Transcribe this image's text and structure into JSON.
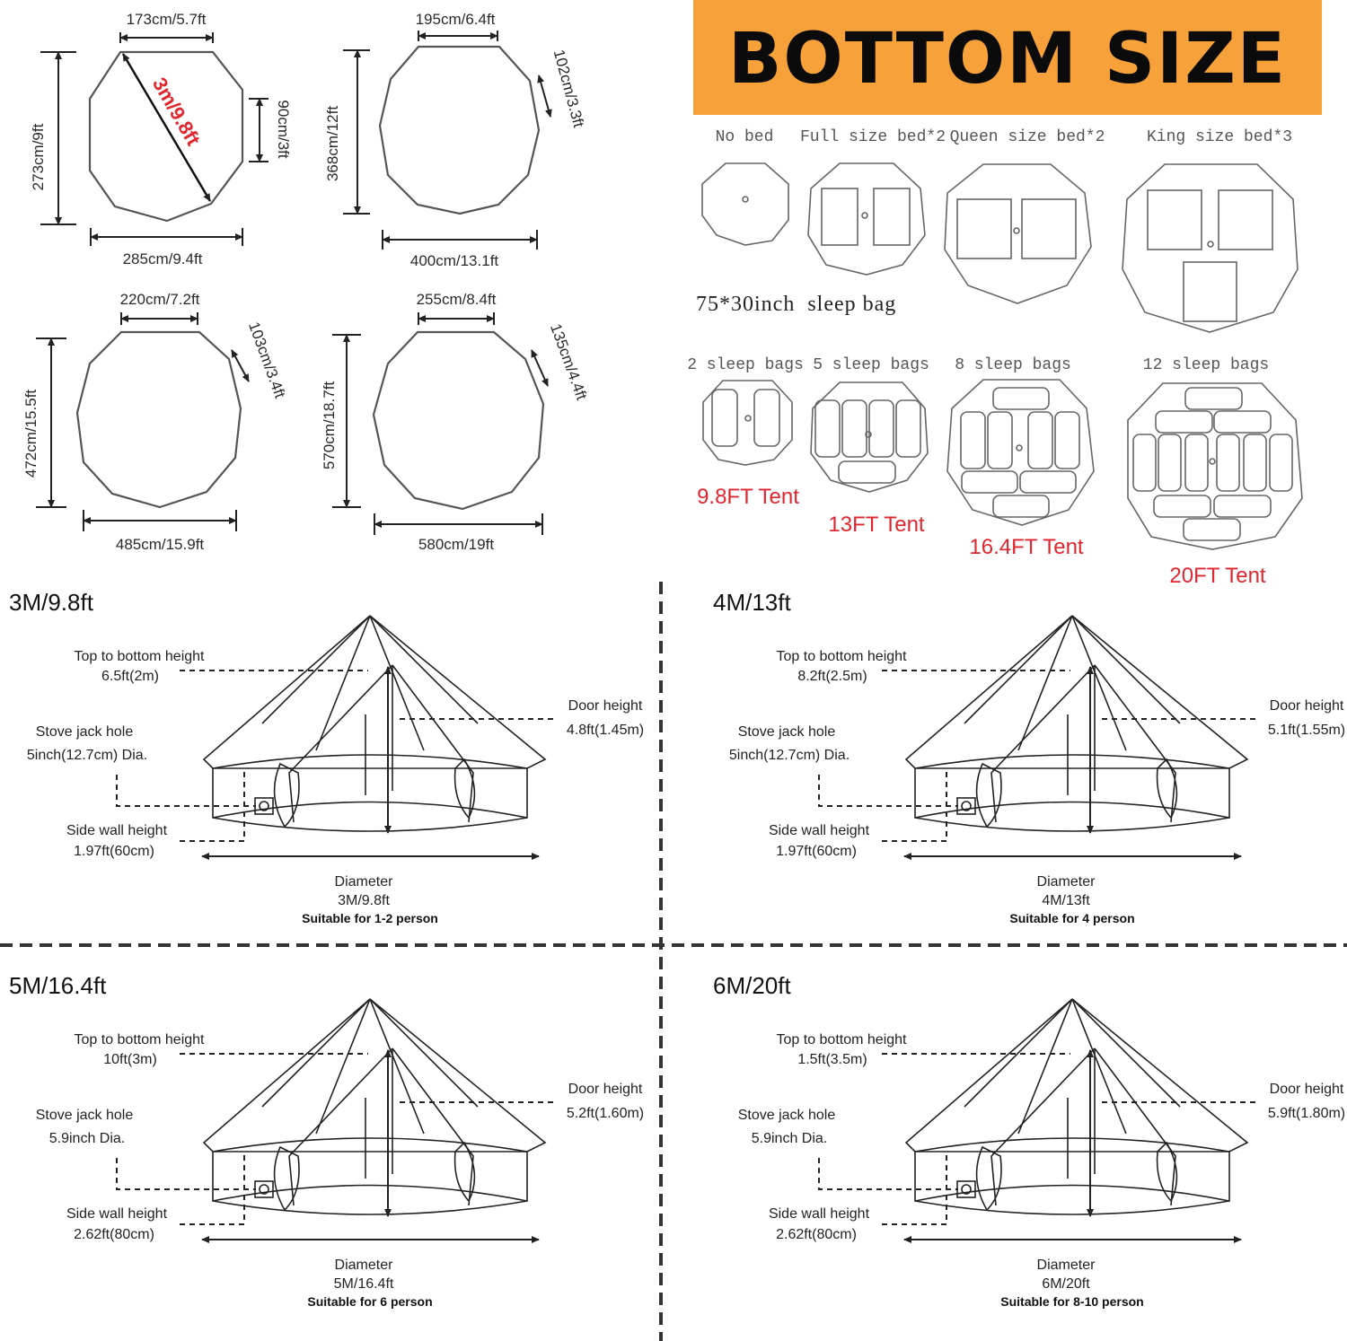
{
  "header": {
    "title": "BOTTOM SIZE",
    "title_bg": "#f7a13a"
  },
  "floor_plans": [
    {
      "top": "173cm/5.7ft",
      "side": "90cm/3ft",
      "height": "273cm/9ft",
      "width": "285cm/9.4ft",
      "diagonal": "3m/9.8ft"
    },
    {
      "top": "195cm/6.4ft",
      "side": "102cm/3.3ft",
      "height": "368cm/12ft",
      "width": "400cm/13.1ft"
    },
    {
      "top": "220cm/7.2ft",
      "side": "103cm/3.4ft",
      "height": "472cm/15.5ft",
      "width": "485cm/15.9ft"
    },
    {
      "top": "255cm/8.4ft",
      "side": "135cm/4.4ft",
      "height": "570cm/18.7ft",
      "width": "580cm/19ft"
    }
  ],
  "beds": {
    "labels": [
      "No bed",
      "Full size bed*2",
      "Queen size bed*2",
      "King size bed*3"
    ],
    "sleep_bag_size": "75*30inch  sleep bag",
    "sleep_labels": [
      "2 sleep bags",
      "5 sleep bags",
      "8 sleep bags",
      "12 sleep bags"
    ],
    "tent_labels": [
      "9.8FT Tent",
      "13FT Tent",
      "16.4FT Tent",
      "20FT Tent"
    ],
    "accent": "#e0262f"
  },
  "tents": [
    {
      "size": "3M/9.8ft",
      "top_label": "Top to bottom height",
      "top_value": "6.5ft(2m)",
      "stove_label": "Stove jack hole",
      "stove_value": "5inch(12.7cm) Dia.",
      "door_label": "Door height",
      "door_value": "4.8ft(1.45m)",
      "wall_label": "Side wall height",
      "wall_value": "1.97ft(60cm)",
      "diam_label": "Diameter",
      "diam_value": "3M/9.8ft",
      "suitable": "Suitable for 1-2 person"
    },
    {
      "size": "4M/13ft",
      "top_label": "Top to bottom height",
      "top_value": "8.2ft(2.5m)",
      "stove_label": "Stove jack hole",
      "stove_value": "5inch(12.7cm) Dia.",
      "door_label": "Door height",
      "door_value": "5.1ft(1.55m)",
      "wall_label": "Side wall height",
      "wall_value": "1.97ft(60cm)",
      "diam_label": "Diameter",
      "diam_value": "4M/13ft",
      "suitable": "Suitable for 4 person"
    },
    {
      "size": "5M/16.4ft",
      "top_label": "Top to bottom height",
      "top_value": "10ft(3m)",
      "stove_label": "Stove jack hole",
      "stove_value": "5.9inch Dia.",
      "door_label": "Door height",
      "door_value": "5.2ft(1.60m)",
      "wall_label": "Side wall height",
      "wall_value": "2.62ft(80cm)",
      "diam_label": "Diameter",
      "diam_value": "5M/16.4ft",
      "suitable": "Suitable for 6 person"
    },
    {
      "size": "6M/20ft",
      "top_label": "Top to bottom height",
      "top_value": "1.5ft(3.5m)",
      "stove_label": "Stove jack hole",
      "stove_value": "5.9inch Dia.",
      "door_label": "Door height",
      "door_value": "5.9ft(1.80m)",
      "wall_label": "Side wall height",
      "wall_value": "2.62ft(80cm)",
      "diam_label": "Diameter",
      "diam_value": "6M/20ft",
      "suitable": "Suitable for 8-10 person"
    }
  ]
}
